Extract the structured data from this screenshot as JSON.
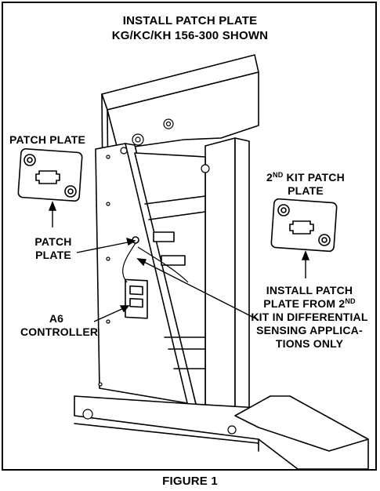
{
  "figure": {
    "title_line1": "INSTALL PATCH PLATE",
    "title_line2": "KG/KC/KH 156-300 SHOWN",
    "caption": "FIGURE 1"
  },
  "labels": {
    "patch_plate_top": "PATCH PLATE",
    "patch_plate_1": "PATCH",
    "patch_plate_2": "PLATE",
    "controller_1": "A6",
    "controller_2": "CONTROLLER",
    "second_kit_num": "2",
    "second_kit_sup": "ND",
    "second_kit_rest": " KIT PATCH",
    "second_kit_2": "PLATE",
    "install_1": "INSTALL PATCH",
    "install_2a": "PLATE FROM 2",
    "install_2sup": "ND",
    "install_3": "KIT IN DIFFERENTIAL",
    "install_4": "SENSING APPLICA-",
    "install_5": "TIONS ONLY"
  }
}
